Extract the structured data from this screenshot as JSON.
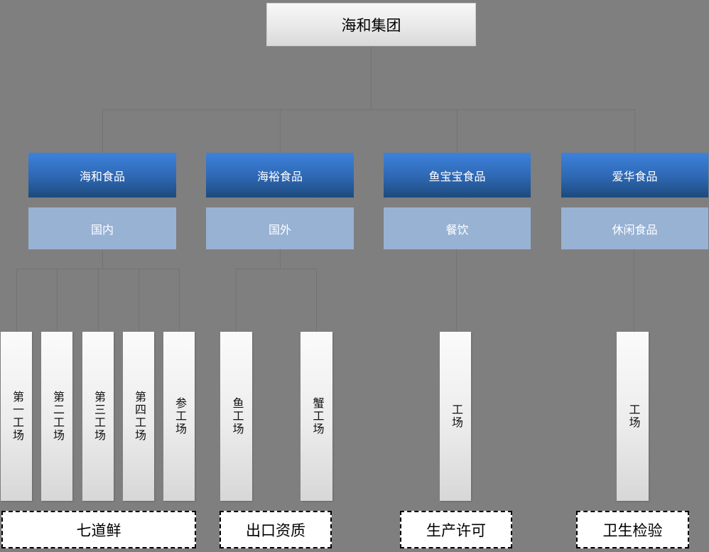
{
  "root": {
    "label": "海和集团"
  },
  "groups": [
    {
      "parent": "海和食品",
      "sub": "国内",
      "children": [
        "第一工场",
        "第二工场",
        "第三工场",
        "第四工场",
        "参工场"
      ],
      "footer": "七道鲜"
    },
    {
      "parent": "海裕食品",
      "sub": "国外",
      "children": [
        "鱼工场",
        "蟹工场"
      ],
      "footer": "出口资质"
    },
    {
      "parent": "鱼宝宝食品",
      "sub": "餐饮",
      "children": [
        "工场"
      ],
      "footer": "生产许可"
    },
    {
      "parent": "爱华食品",
      "sub": "休闲食品",
      "children": [
        "工场"
      ],
      "footer": "卫生检验"
    }
  ],
  "colors": {
    "background": "#7f7f7f",
    "subsidiary_top": "#3d82dc",
    "subsidiary_bottom": "#1c4a7d",
    "market_fill": "#98b2d4",
    "neutral_top": "#fbfbfb",
    "neutral_bottom": "#d7d7d7",
    "connector": "#737373",
    "cert_border": "#000000"
  }
}
